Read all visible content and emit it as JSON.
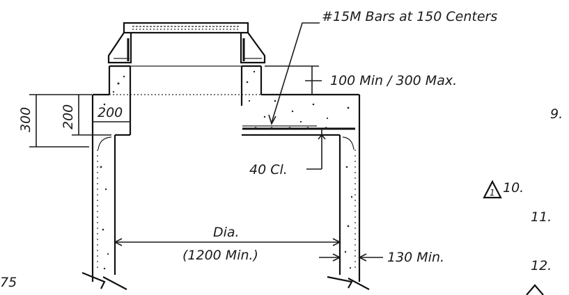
{
  "labels": {
    "bars": "#15M Bars at 150 Centers",
    "min_max": "100 Min / 300 Max.",
    "clear": "40 Cl.",
    "dia": "Dia.",
    "dia_min": "(1200 Min.)",
    "wall_min": "130 Min.",
    "d300": "300",
    "d200": "200",
    "d200b": "200",
    "edge_num": "75"
  },
  "notes": {
    "n9": "9.",
    "n10": "10.",
    "n11": "11.",
    "n12": "12.",
    "revision_tag": "1"
  }
}
